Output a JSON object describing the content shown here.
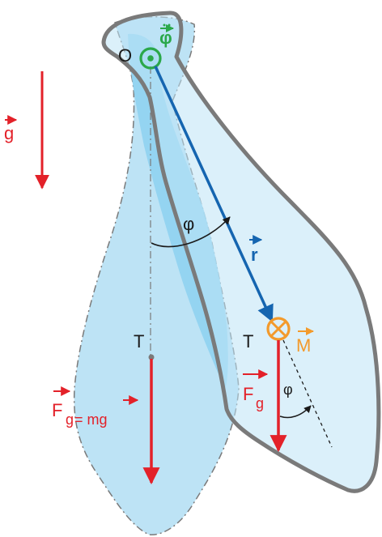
{
  "labels": {
    "gravity_vector": "g",
    "pivot": "O",
    "angular_velocity": "φ",
    "angle_upper": "φ",
    "position_vector": "r",
    "center_hanging": "T",
    "center_swung": "T",
    "moment": "M",
    "force_left_main": "F",
    "force_left_sub": "g",
    "force_left_eq": " = mg",
    "force_right_main": "F",
    "force_right_sub": "g",
    "angle_lower": "φ"
  },
  "colors": {
    "red": "#e32129",
    "blue": "#1565b0",
    "green": "#2aa84a",
    "orange": "#f39a2b",
    "light_fill": "#bde3f5",
    "mid_fill": "#8fd2f1",
    "outline": "#7a7a7a",
    "black": "#1a1a1a"
  }
}
